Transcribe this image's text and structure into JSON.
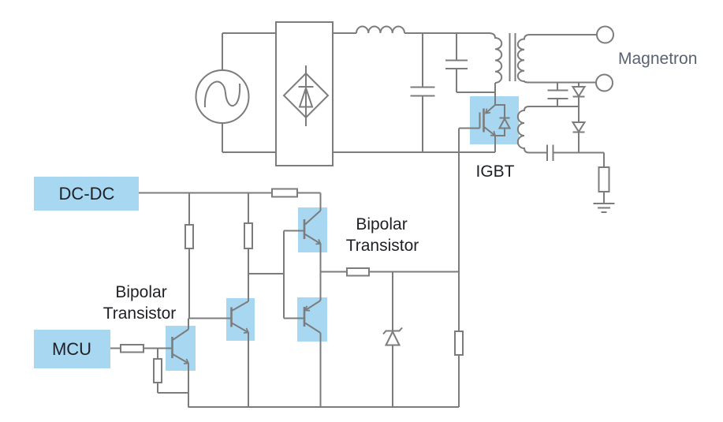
{
  "labels": {
    "magnetron": "Magnetron",
    "igbt": "IGBT",
    "left_transistor_line1": "Bipolar",
    "left_transistor_line2": "Transistor",
    "right_transistor_line1": "Bipolar",
    "right_transistor_line2": "Transistor",
    "dcdc_block": "DC-DC",
    "mcu_block": "MCU"
  },
  "colors": {
    "wire": "#7c7c7c",
    "highlight": "#a8d7f2",
    "text": "#1e2025",
    "magnetron_text": "#5a6270",
    "background": "#ffffff"
  },
  "components": [
    "ac-source",
    "bridge-rectifier",
    "filter-inductor",
    "smoothing-capacitor",
    "resonant-capacitor",
    "high-voltage-transformer",
    "magnetron-terminals",
    "voltage-doubler-diodes",
    "filament-capacitor",
    "hv-resistor",
    "earth-ground",
    "igbt-with-freewheel-diode",
    "dc-dc-converter",
    "mcu",
    "driver-bipolar-transistors",
    "zener-diode",
    "resistors"
  ]
}
